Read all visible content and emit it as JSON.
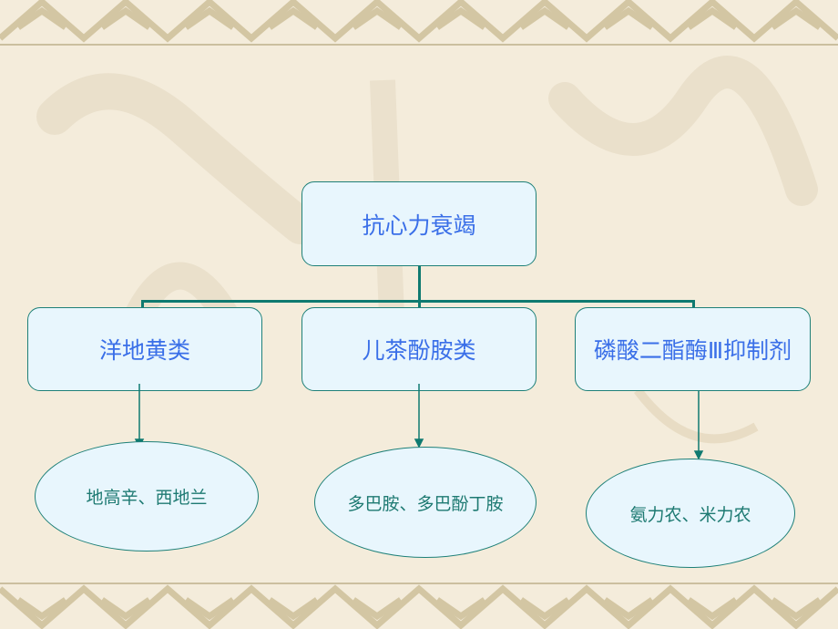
{
  "diagram": {
    "root": {
      "label": "抗心力衰竭"
    },
    "categories": [
      {
        "label": "洋地黄类",
        "examples": "地高辛、西地兰"
      },
      {
        "label": "儿茶酚胺类",
        "examples": "多巴胺、多巴酚丁胺"
      },
      {
        "label": "磷酸二酯酶Ⅲ抑制剂",
        "examples": "氨力农、米力农"
      }
    ]
  },
  "colors": {
    "background": "#f4ecdb",
    "box_fill": "#e8f6fd",
    "box_border": "#1e8078",
    "connector": "#0f7a70",
    "category_text": "#3a6fe8",
    "example_text": "#1e7a72",
    "ornament": "#d3c6a3"
  }
}
